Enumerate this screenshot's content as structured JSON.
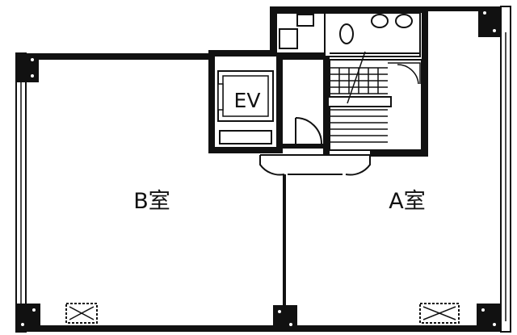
{
  "rooms": {
    "b": "B室",
    "a": "A室",
    "elevator": "EV"
  },
  "colors": {
    "wall": "#111111",
    "background": "#ffffff"
  }
}
